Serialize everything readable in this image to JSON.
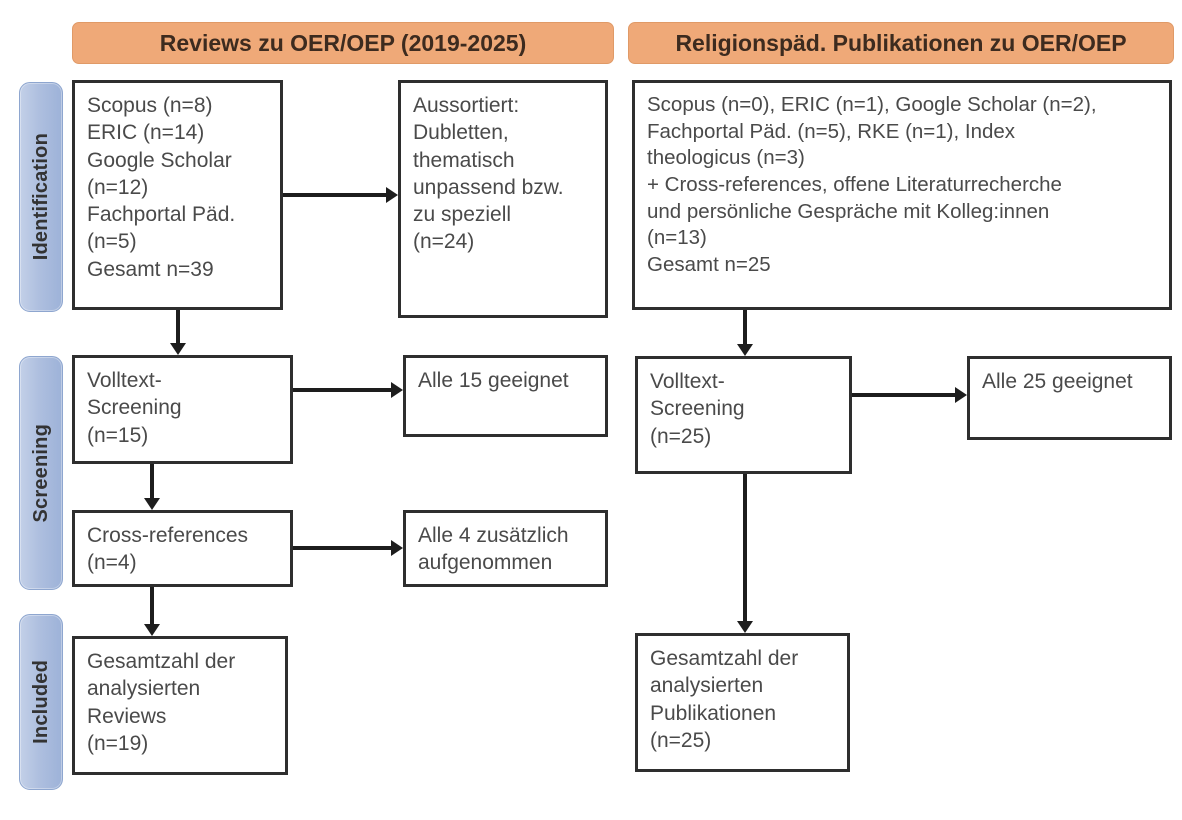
{
  "phases": [
    {
      "label": "Identification"
    },
    {
      "label": "Screening"
    },
    {
      "label": "Included"
    }
  ],
  "columns": {
    "left": {
      "header": "Reviews zu OER/OEP (2019-2025)",
      "boxes": {
        "sources": "Scopus (n=8)\nERIC (n=14)\nGoogle Scholar\n(n=12)\nFachportal Päd.\n(n=5)\nGesamt n=39",
        "excluded": "Aussortiert:\nDubletten,\nthematisch\nunpassend bzw.\nzu speziell\n(n=24)",
        "fulltext": "Volltext-\nScreening\n(n=15)",
        "fulltext_result": "Alle 15 geeignet",
        "crossrefs": "Cross-references\n(n=4)",
        "crossrefs_result": "Alle 4 zusätzlich\naufgenommen",
        "included": "Gesamtzahl der\nanalysierten\nReviews\n(n=19)"
      }
    },
    "right": {
      "header": "Religionspäd. Publikationen zu OER/OEP",
      "boxes": {
        "sources": "Scopus (n=0), ERIC (n=1), Google Scholar (n=2),\nFachportal Päd. (n=5), RKE (n=1), Index\ntheologicus (n=3)\n+ Cross-references, offene Literaturrecherche\nund persönliche Gespräche mit Kolleg:innen\n(n=13)\nGesamt n=25",
        "fulltext": "Volltext-\nScreening\n(n=25)",
        "fulltext_result": "Alle 25 geeignet",
        "included": "Gesamtzahl der\nanalysierten\nPublikationen\n(n=25)"
      }
    }
  },
  "colors": {
    "header_fill": "#efa978",
    "phase_fill": "#aebfdf",
    "box_border": "#2e2e2e",
    "connector": "#1d1d1d",
    "text": "#4a4a4a"
  }
}
